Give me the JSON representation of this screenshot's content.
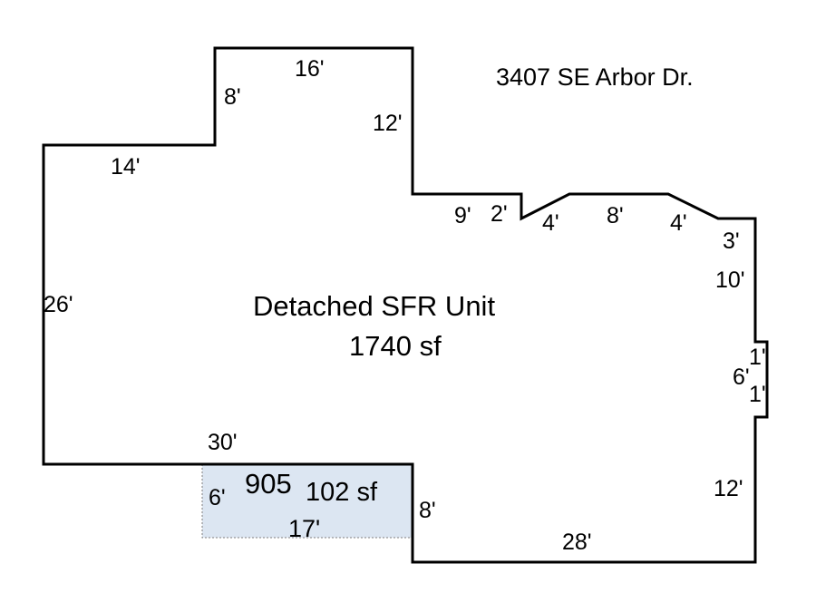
{
  "address": "3407 SE Arbor Dr.",
  "main_area": {
    "name": "Detached SFR Unit",
    "area": "1740 sf"
  },
  "sub_area": {
    "code": "905",
    "area": "102 sf",
    "width": "17'",
    "depth": "6'"
  },
  "colors": {
    "outline": "#000000",
    "sub_area_fill": "#dce6f2",
    "sub_area_border": "#7f7f7f"
  },
  "dimensions": {
    "top_16": "16'",
    "left_8": "8'",
    "right_12": "12'",
    "top_14": "14'",
    "left_26": "26'",
    "seg_9": "9'",
    "seg_2": "2'",
    "seg_4a": "4'",
    "seg_8": "8'",
    "seg_4b": "4'",
    "seg_3": "3'",
    "right_10": "10'",
    "bump_1a": "1'",
    "bump_6": "6'",
    "bump_1b": "1'",
    "right_12b": "12'",
    "bottom_28": "28'",
    "step_8": "8'",
    "bottom_30": "30'"
  }
}
